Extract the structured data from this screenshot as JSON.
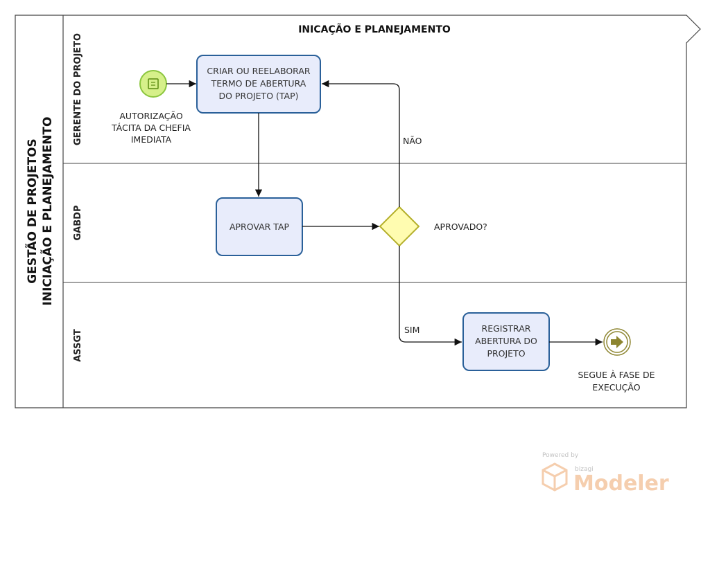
{
  "phase_title": "INICAÇÃO E PLANEJAMENTO",
  "pool": {
    "title_line1": "GESTÃO DE PROJETOS",
    "title_line2": "INICIAÇÃO E PLANEJAMENTO"
  },
  "lanes": {
    "gerente": "GERENTE DO PROJETO",
    "gabdp": "GABDP",
    "assgt": "ASSGT"
  },
  "start_event": {
    "line1": "AUTORIZAÇÃO",
    "line2": "TÁCITA DA CHEFIA",
    "line3": "IMEDIATA"
  },
  "task_criar": {
    "line1": "CRIAR OU REELABORAR",
    "line2": "TERMO DE ABERTURA",
    "line3": "DO PROJETO (TAP)"
  },
  "task_aprovar": {
    "line1": "APROVAR TAP"
  },
  "gateway": {
    "label": "APROVADO?"
  },
  "flow_labels": {
    "nao": "NÃO",
    "sim": "SIM"
  },
  "task_registrar": {
    "line1": "REGISTRAR",
    "line2": "ABERTURA DO",
    "line3": "PROJETO"
  },
  "end_event": {
    "line1": "SEGUE À FASE DE",
    "line2": "EXECUÇÃO"
  },
  "watermark": {
    "powered": "Powered by",
    "bizagi": "bizagi",
    "modeler": "Modeler"
  },
  "colors": {
    "task_fill": "#e8ecfb",
    "task_stroke": "#2a6099",
    "start_fill": "#d6f08a",
    "start_stroke": "#8cc63f",
    "gateway_fill": "#fffcb0",
    "gateway_stroke": "#b5b02c",
    "end_stroke": "#8d8530",
    "end_fill": "#d9d6b0"
  }
}
